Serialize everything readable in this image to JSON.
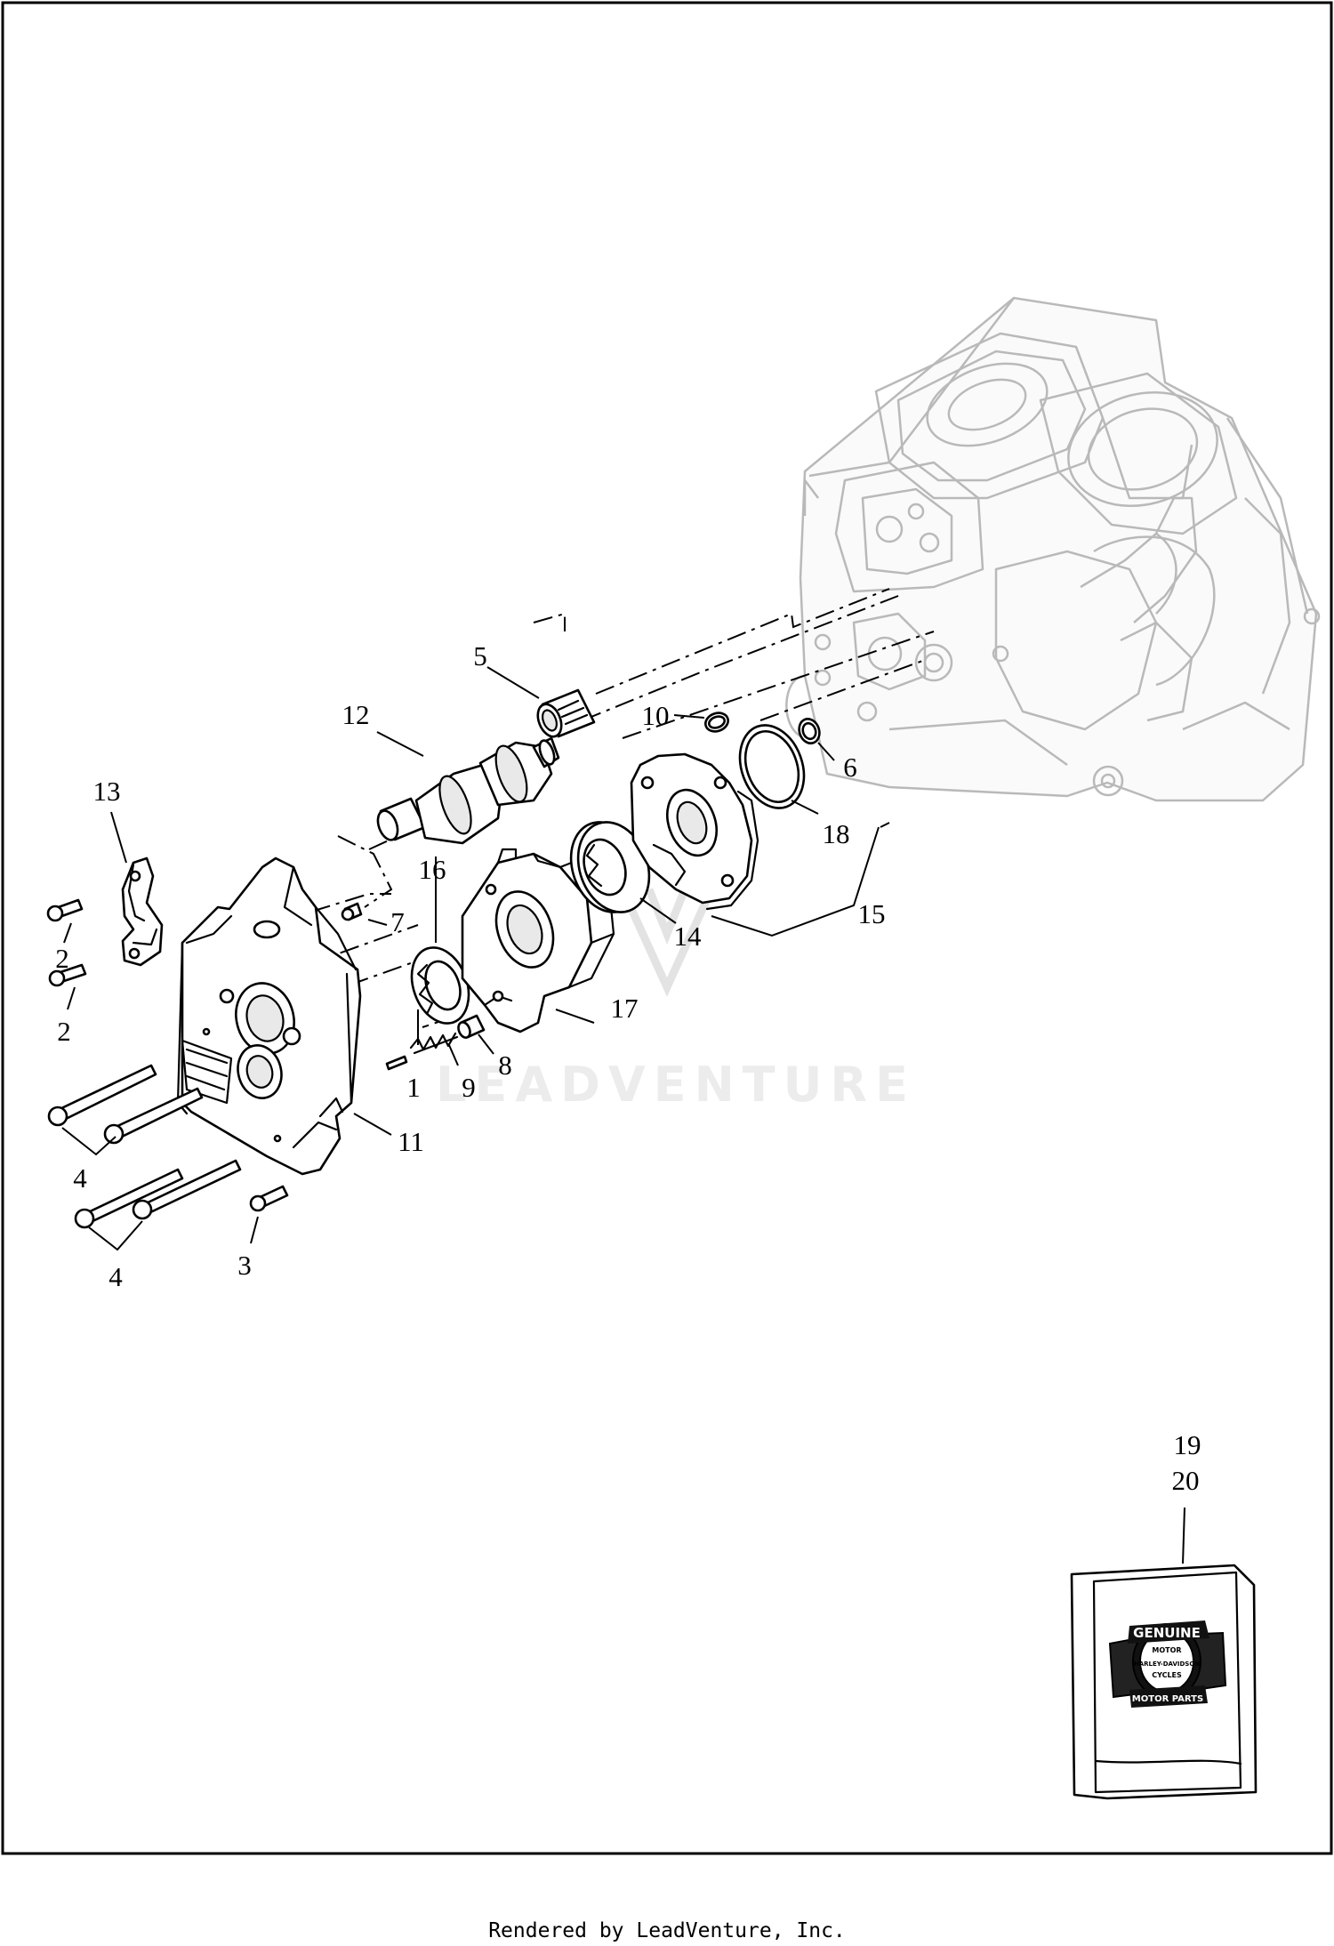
{
  "callouts": [
    {
      "id": "1",
      "label": "1"
    },
    {
      "id": "2a",
      "label": "2"
    },
    {
      "id": "2b",
      "label": "2"
    },
    {
      "id": "3",
      "label": "3"
    },
    {
      "id": "4a",
      "label": "4"
    },
    {
      "id": "4b",
      "label": "4"
    },
    {
      "id": "5",
      "label": "5"
    },
    {
      "id": "6",
      "label": "6"
    },
    {
      "id": "7",
      "label": "7"
    },
    {
      "id": "8",
      "label": "8"
    },
    {
      "id": "9",
      "label": "9"
    },
    {
      "id": "10",
      "label": "10"
    },
    {
      "id": "11",
      "label": "11"
    },
    {
      "id": "12",
      "label": "12"
    },
    {
      "id": "13",
      "label": "13"
    },
    {
      "id": "14",
      "label": "14"
    },
    {
      "id": "15",
      "label": "15"
    },
    {
      "id": "16",
      "label": "16"
    },
    {
      "id": "17",
      "label": "17"
    },
    {
      "id": "18",
      "label": "18"
    },
    {
      "id": "19",
      "label": "19"
    },
    {
      "id": "20",
      "label": "20"
    }
  ],
  "watermark": {
    "text": "LEADVENTURE"
  },
  "kit_box": {
    "logo_lines": [
      "GENUINE",
      "MOTOR",
      "HARLEY-DAVIDSON",
      "CYCLES",
      "MOTOR PARTS"
    ]
  },
  "footer": {
    "text": "Rendered by LeadVenture, Inc."
  },
  "colors": {
    "line": "#000000",
    "ghost_engine": "#b9b9b9",
    "watermark": "#e3e3e3"
  }
}
